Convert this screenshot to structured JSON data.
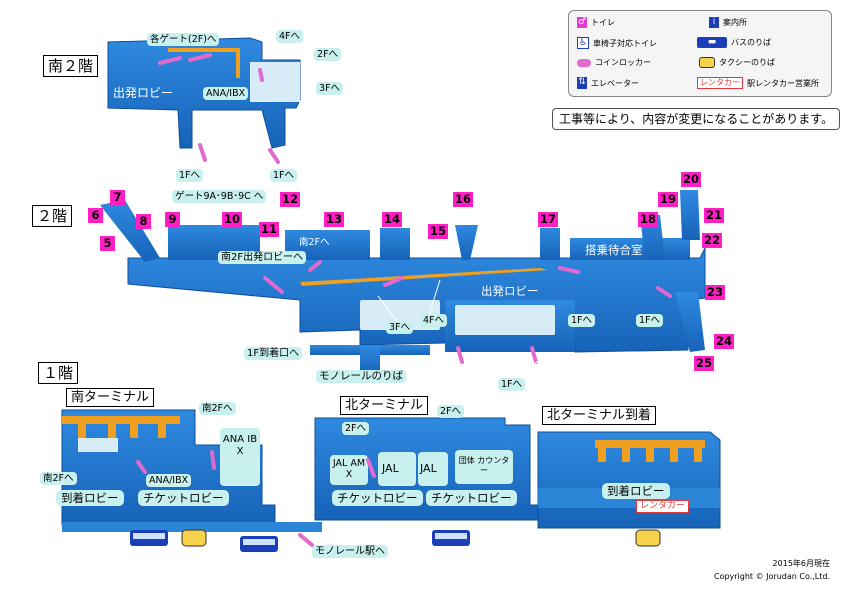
{
  "legend": {
    "items": [
      {
        "icon": "restroom-icon",
        "label": "トイレ"
      },
      {
        "icon": "info-icon",
        "label": "案内所"
      },
      {
        "icon": "wheelchair-restroom-icon",
        "label": "車椅子対応トイレ"
      },
      {
        "icon": "bus-icon",
        "label": "バスのりば"
      },
      {
        "icon": "coin-locker-icon",
        "label": "コインロッカー"
      },
      {
        "icon": "taxi-icon",
        "label": "タクシーのりば"
      },
      {
        "icon": "elevator-icon",
        "label": "エレベーター"
      },
      {
        "icon": "rental-car-icon",
        "label": "駅レンタカー営業所",
        "badge": "レンタカー"
      }
    ]
  },
  "notice": "工事等により、内容が変更になることがあります。",
  "floors": {
    "south2": "南２階",
    "f2": "２階",
    "f1": "１階"
  },
  "areas": {
    "south_terminal": "南ターミナル",
    "north_terminal": "北ターミナル",
    "north_arrival": "北ターミナル到着"
  },
  "labels_south2": {
    "gates": "各ゲート(2F)へ",
    "to4f": "4Fへ",
    "to2f": "2Fへ",
    "to3f": "3Fへ",
    "to1f": "1Fへ",
    "lobby": "出発ロビー",
    "ana": "ANA/IBX"
  },
  "labels_f2": {
    "gate9": "ゲート9A･9B･9C へ",
    "south2f_lobby": "南2F出発ロビーへ",
    "south2f": "南2Fへ",
    "boarding": "搭乗待合室",
    "dep_lobby": "出発ロビー",
    "to3f": "3Fへ",
    "to4f": "4Fへ",
    "to1f_a": "1Fへ",
    "to1f_b": "1Fへ",
    "to1f_c": "1Fへ",
    "to1f_arrival": "1F到着口へ",
    "monorail": "モノレールのりば"
  },
  "gates": [
    "5",
    "6",
    "7",
    "8",
    "9",
    "10",
    "11",
    "12",
    "13",
    "14",
    "15",
    "16",
    "17",
    "18",
    "19",
    "20",
    "21",
    "22",
    "23",
    "24",
    "25"
  ],
  "labels_f1": {
    "south2f_a": "南2Fへ",
    "south2f_b": "南2Fへ",
    "arrival_lobby": "到着ロビー",
    "ticket_lobby_s": "チケットロビー",
    "ana_ibx": "ANA/IBX",
    "ana_ibx_box": "ANA IBX",
    "to2f_a": "2Fへ",
    "to2f_b": "2Fへ",
    "jal_amx": "JAL AMX",
    "jal1": "JAL",
    "jal2": "JAL",
    "group_counter": "団体 カウンター",
    "ticket_lobby_n1": "チケットロビー",
    "ticket_lobby_n2": "チケットロビー",
    "arrival_lobby_n": "到着ロビー",
    "rental": "レンタカー",
    "monorail_station": "モノレール駅へ"
  },
  "footer": {
    "date": "2015年6月現在",
    "copyright": "Copyright © Jorudan Co.,Ltd."
  },
  "colors": {
    "floor_blue": "#1a6fc4",
    "corridor": "#2a85d6",
    "locker_orange": "#f0a020",
    "escalator_pink": "#e06ad0",
    "gate_magenta": "#ff1fc4",
    "tag_cyan": "#c7f0ee"
  }
}
